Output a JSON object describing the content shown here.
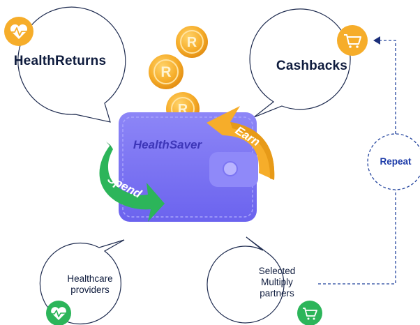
{
  "bubbles": {
    "health_returns": "HealthReturns",
    "cashbacks": "Cashbacks",
    "healthcare_providers": "Healthcare providers",
    "selected_partners": "Selected Multiply partners"
  },
  "wallet": {
    "brand": "HealthSaver"
  },
  "arrows": {
    "earn": "Earn",
    "spend": "Spend"
  },
  "repeat": "Repeat",
  "icons": {
    "coin": "R",
    "health_returns_icon": "heart-pulse-icon",
    "cashbacks_icon": "shopping-cart-icon",
    "providers_icon": "heart-pulse-icon",
    "partners_icon": "shopping-cart-icon"
  },
  "colors": {
    "orange": "#f6ad2a",
    "green": "#2cb55a",
    "wallet": "#7c75f4",
    "dashed": "#23449e",
    "text": "#0e1b3d"
  }
}
